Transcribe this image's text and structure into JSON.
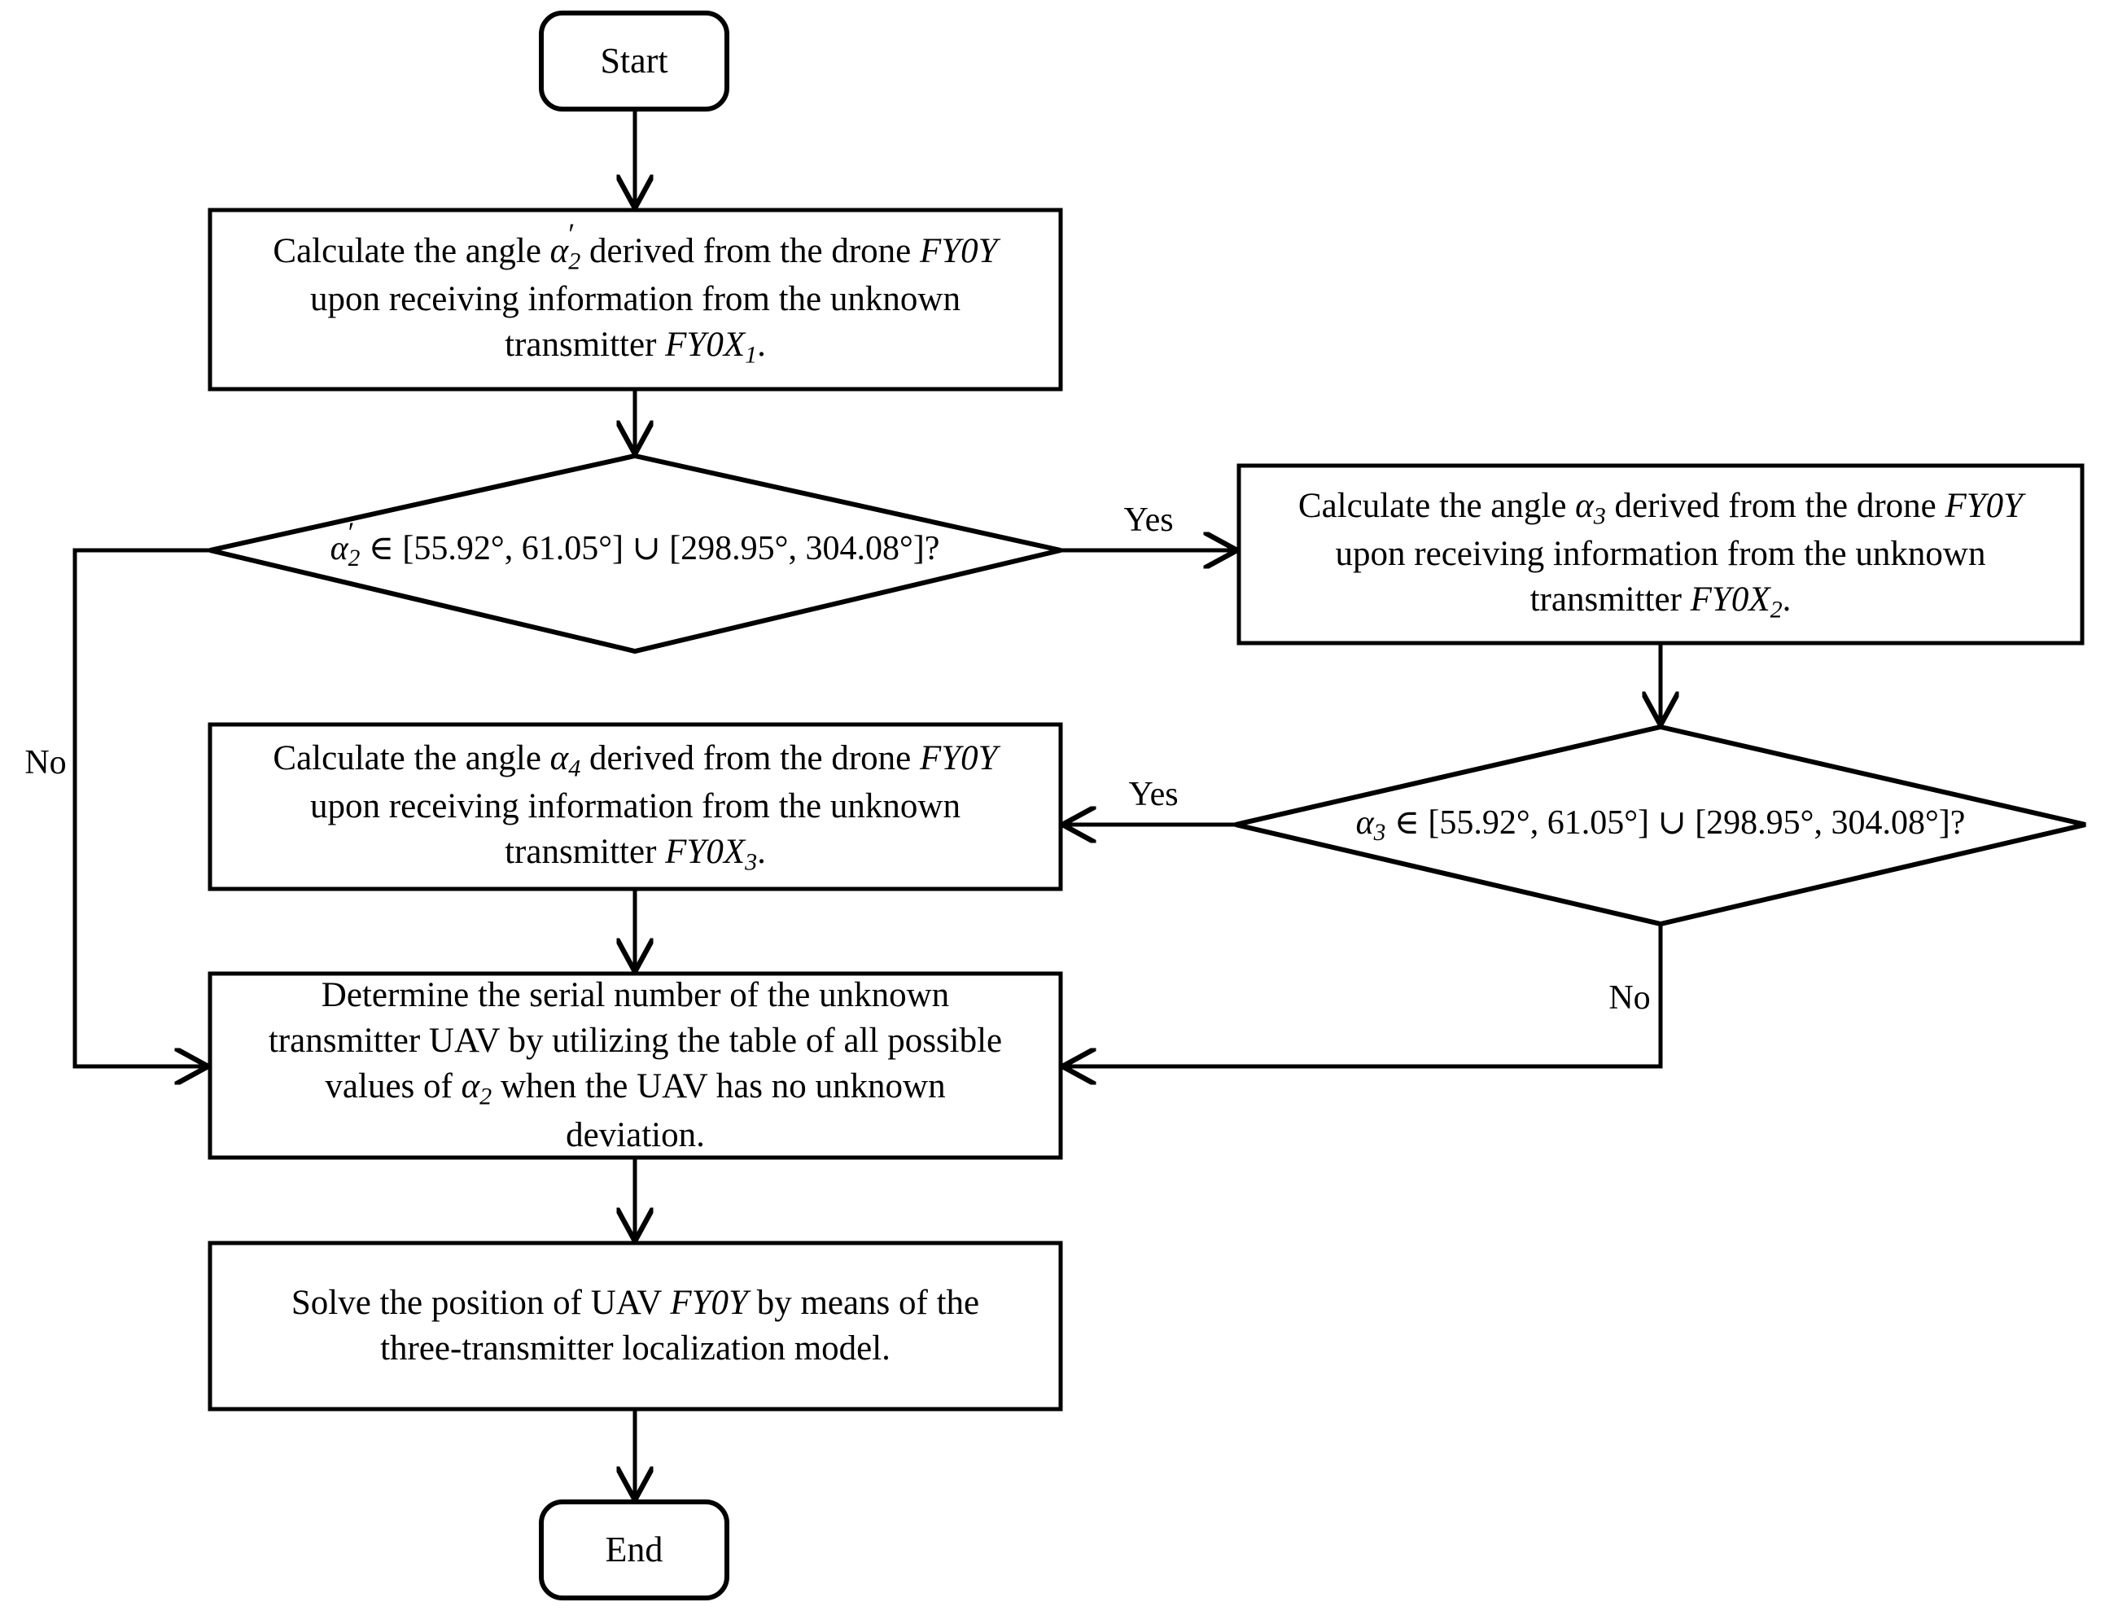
{
  "diagram": {
    "title": "UAV localization decision flowchart",
    "background_color": "#ffffff",
    "line_color": "#000000",
    "nodes": [
      {
        "id": "start",
        "type": "terminal",
        "label": "Start"
      },
      {
        "id": "calc_a2",
        "type": "process",
        "label": "Calculate the angle α′2 derived from the drone FY0Y upon receiving information from the unknown transmitter FY0X1.",
        "line1_pre": "Calculate the angle ",
        "line1_var": "α",
        "line1_sub": "2",
        "line1_prime": "′",
        "line1_mid": " derived from the drone ",
        "line1_ital": "FY0Y",
        "line2": "upon receiving information from the unknown",
        "line3_pre": "transmitter ",
        "line3_ital": "FY0X",
        "line3_sub": "1",
        "line3_post": "."
      },
      {
        "id": "decide_a2",
        "type": "decision",
        "label": "α′2 ∈ [55.92°, 61.05°] ∪ [298.95°, 304.08°]?",
        "var": "α",
        "sub": "2",
        "prime": "′",
        "expr": " ∈ [55.92°, 61.05°] ∪ [298.95°, 304.08°]?",
        "interval_1_low": "55.92°",
        "interval_1_high": "61.05°",
        "interval_2_low": "298.95°",
        "interval_2_high": "304.08°"
      },
      {
        "id": "calc_a3",
        "type": "process",
        "label": "Calculate the angle α3 derived from the drone FY0Y upon receiving information from the unknown transmitter FY0X2.",
        "line1_pre": "Calculate the angle ",
        "line1_var": "α",
        "line1_sub": "3",
        "line1_mid": " derived from the drone ",
        "line1_ital": "FY0Y",
        "line2": "upon receiving information from the unknown",
        "line3_pre": "transmitter ",
        "line3_ital": "FY0X",
        "line3_sub": "2",
        "line3_post": "."
      },
      {
        "id": "decide_a3",
        "type": "decision",
        "label": "α3 ∈ [55.92°, 61.05°] ∪ [298.95°, 304.08°]?",
        "var": "α",
        "sub": "3",
        "prime": "",
        "expr": " ∈ [55.92°, 61.05°] ∪ [298.95°, 304.08°]?",
        "interval_1_low": "55.92°",
        "interval_1_high": "61.05°",
        "interval_2_low": "298.95°",
        "interval_2_high": "304.08°"
      },
      {
        "id": "calc_a4",
        "type": "process",
        "label": "Calculate the angle α4 derived from the drone FY0Y upon receiving information from the unknown transmitter FY0X3.",
        "line1_pre": "Calculate the angle ",
        "line1_var": "α",
        "line1_sub": "4",
        "line1_mid": " derived from the drone ",
        "line1_ital": "FY0Y",
        "line2": "upon receiving information from the unknown",
        "line3_pre": "transmitter ",
        "line3_ital": "FY0X",
        "line3_sub": "3",
        "line3_post": "."
      },
      {
        "id": "determine_serial",
        "type": "process",
        "label": "Determine the serial number of the unknown transmitter UAV by utilizing the table of all possible values of α2 when the UAV has no unknown deviation.",
        "line1": "Determine the serial number of the unknown",
        "line2": "transmitter UAV by utilizing the table of all possible",
        "line3_pre": "values of ",
        "line3_var": "α",
        "line3_sub": "2",
        "line3_post": " when the UAV has no unknown",
        "line4": "deviation."
      },
      {
        "id": "solve_position",
        "type": "process",
        "label": "Solve the position of UAV FY0Y by means of the three-transmitter localization model.",
        "line1_pre": "Solve the position of UAV ",
        "line1_ital": "FY0Y",
        "line1_post": " by means of the",
        "line2": "three-transmitter localization model."
      },
      {
        "id": "end",
        "type": "terminal",
        "label": "End"
      }
    ],
    "edge_labels": {
      "yes_top": "Yes",
      "yes_mid": "Yes",
      "no_left": "No",
      "no_right": "No"
    }
  }
}
